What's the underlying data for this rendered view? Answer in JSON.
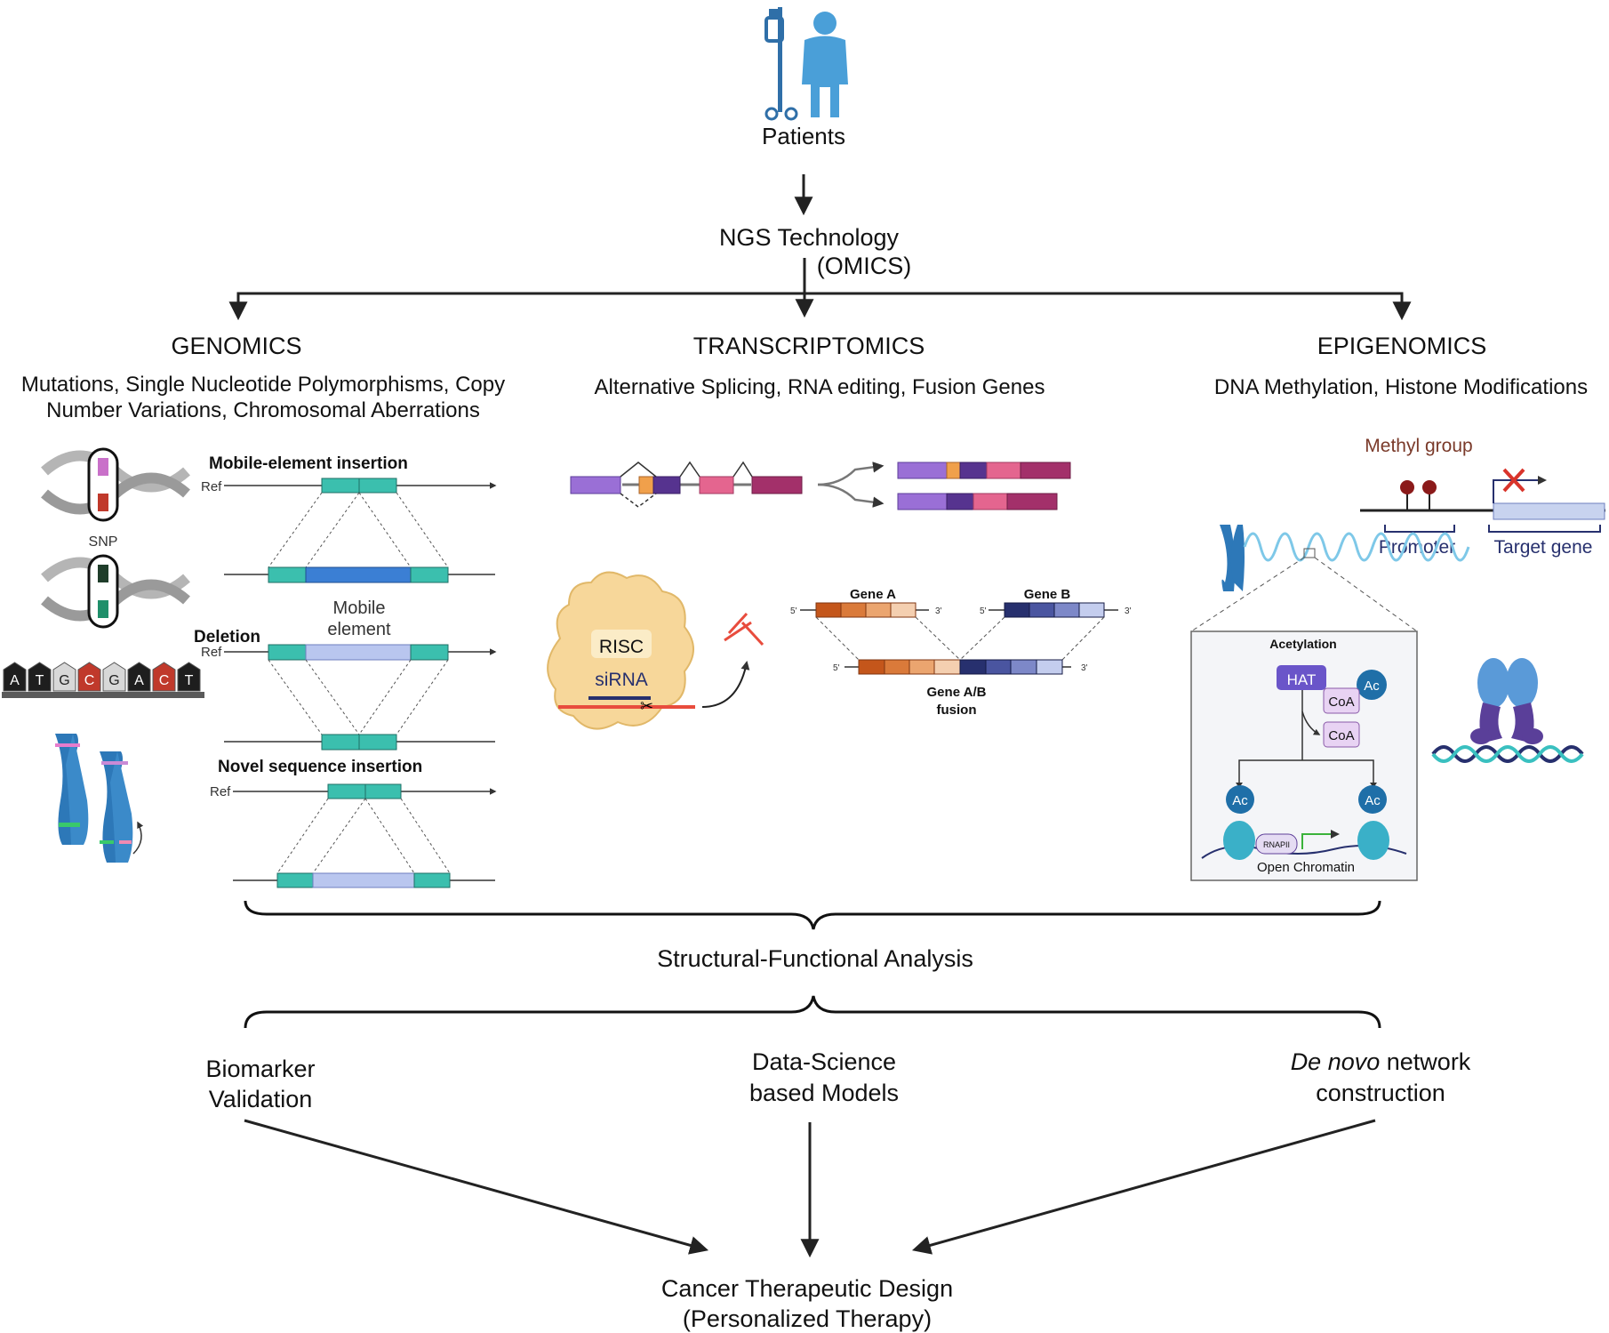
{
  "top": {
    "patients": "Patients",
    "ngs_line1": "NGS Technology",
    "ngs_line2": "(OMICS)"
  },
  "genomics": {
    "title": "GENOMICS",
    "desc_line1": "Mutations, Single Nucleotide Polymorphisms, Copy",
    "desc_line2": "Number Variations, Chromosomal Aberrations",
    "snp_label": "SNP",
    "bases": [
      "A",
      "T",
      "G",
      "C",
      "G",
      "A",
      "C",
      "T"
    ],
    "mobile_insertion": "Mobile-element insertion",
    "mobile_element_line1": "Mobile",
    "mobile_element_line2": "element",
    "deletion": "Deletion",
    "novel_insertion": "Novel sequence insertion",
    "ref": "Ref"
  },
  "transcriptomics": {
    "title": "TRANSCRIPTOMICS",
    "desc": "Alternative Splicing, RNA editing, Fusion Genes",
    "risc": "RISC",
    "sirna": "siRNA",
    "gene_a": "Gene A",
    "gene_b": "Gene B",
    "fusion_line1": "Gene A/B",
    "fusion_line2": "fusion",
    "five_prime": "5'",
    "three_prime": "3'"
  },
  "epigenomics": {
    "title": "EPIGENOMICS",
    "desc": "DNA Methylation, Histone Modifications",
    "methyl_group": "Methyl group",
    "promoter": "Promoter",
    "target_gene": "Target gene",
    "acetylation": "Acetylation",
    "hat": "HAT",
    "ac": "Ac",
    "coa": "CoA",
    "rnapii": "RNAPII",
    "open_chromatin": "Open Chromatin"
  },
  "analysis": {
    "structural_functional": "Structural-Functional Analysis",
    "biomarker_line1": "Biomarker",
    "biomarker_line2": "Validation",
    "datascience_line1": "Data-Science",
    "datascience_line2": "based Models",
    "denovo_italic": "De novo",
    "denovo_rest": " network",
    "denovo_line2": "construction",
    "result_line1": "Cancer Therapeutic Design",
    "result_line2": "(Personalized Therapy)"
  },
  "colors": {
    "teal": "#3bbfae",
    "blue_chrom": "#2d78b8",
    "purple": "#9a6fd6",
    "magenta": "#a3306a",
    "pink": "#e4658f",
    "orange": "#f0a04b",
    "navy": "#27306e",
    "methyl": "#8b1a1a",
    "risc_yellow": "#f7d79a",
    "hat_purple": "#6a55c9"
  }
}
